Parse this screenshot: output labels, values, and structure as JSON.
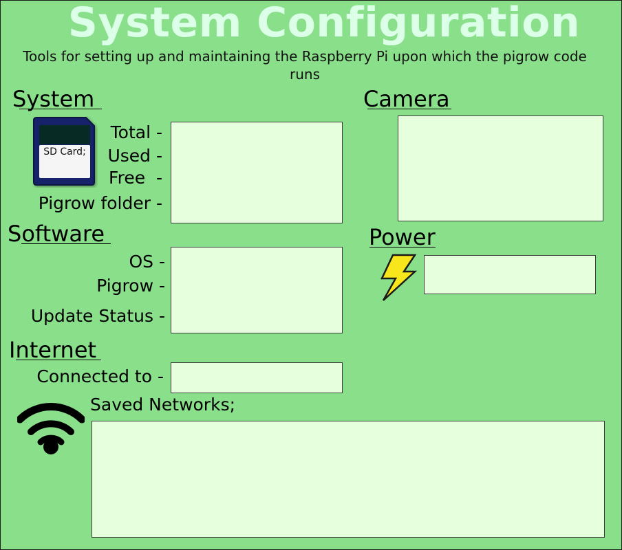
{
  "page": {
    "title": "System Configuration",
    "subtitle": "Tools for setting up and maintaining the Raspberry Pi upon which the pigrow code runs"
  },
  "system": {
    "heading": "System",
    "sd_card_label": "SD Card;",
    "labels": {
      "total": "Total -",
      "used": "Used -",
      "free": "Free  -",
      "pigrow_folder": "Pigrow folder -"
    }
  },
  "software": {
    "heading": "Software",
    "labels": {
      "os": "OS -",
      "pigrow": "Pigrow -",
      "update_status": "Update Status -"
    }
  },
  "internet": {
    "heading": "Internet",
    "connected_label": "Connected to -",
    "saved_networks_label": "Saved Networks;"
  },
  "camera": {
    "heading": "Camera"
  },
  "power": {
    "heading": "Power"
  },
  "icons": {
    "sd_card": "sd-card-icon",
    "power": "lightning-bolt-icon",
    "wifi": "wifi-icon"
  },
  "colors": {
    "background": "#8adf8a",
    "panel_fill": "#e6ffdc",
    "title": "#dcffe8",
    "bolt": "#f7e61c",
    "sd_card_body": "#12246a"
  }
}
